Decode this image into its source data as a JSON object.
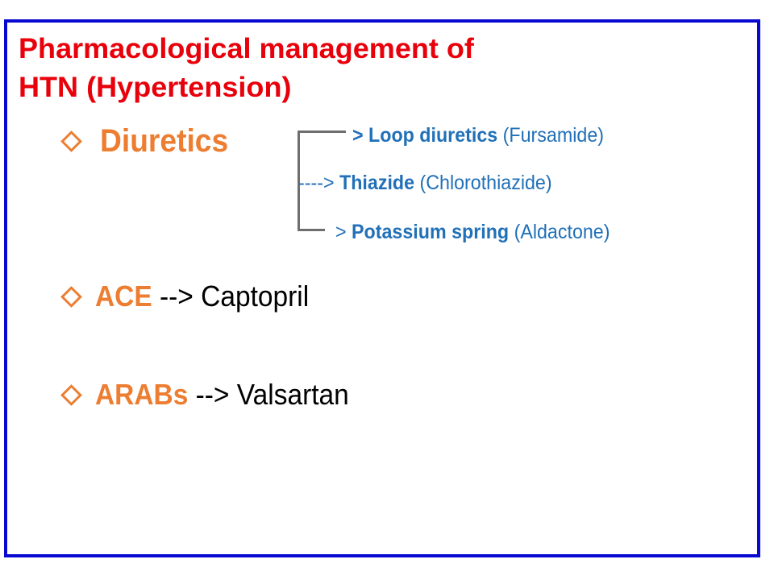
{
  "slide": {
    "frame_color": "#0808D0",
    "title": {
      "line1": "Pharmacological management of",
      "line2": "HTN (Hypertension)",
      "color": "#E8000B"
    },
    "bullets": [
      {
        "icon": "diamond-outline-icon",
        "term": "Diuretics",
        "arrow": "",
        "drug": ""
      },
      {
        "icon": "diamond-outline-icon",
        "term": "ACE",
        "arrow": " --> ",
        "drug": "Captopril"
      },
      {
        "icon": "diamond-outline-icon",
        "term": "ARABs",
        "arrow": " --> ",
        "drug": "Valsartan"
      }
    ],
    "diuretic_types": [
      {
        "prefix": "> ",
        "name": "Loop diuretics",
        "example": " (Fursamide)"
      },
      {
        "prefix": "----> ",
        "name": "Thiazide",
        "example": " (Chlorothiazide)"
      },
      {
        "prefix": "> ",
        "name": "Potassium spring",
        "example": " (Aldactone)"
      }
    ],
    "colors": {
      "accent_orange": "#ED7D31",
      "subitem_blue": "#2170B8",
      "bracket_gray": "#6E6E6E",
      "body_black": "#000000"
    }
  }
}
